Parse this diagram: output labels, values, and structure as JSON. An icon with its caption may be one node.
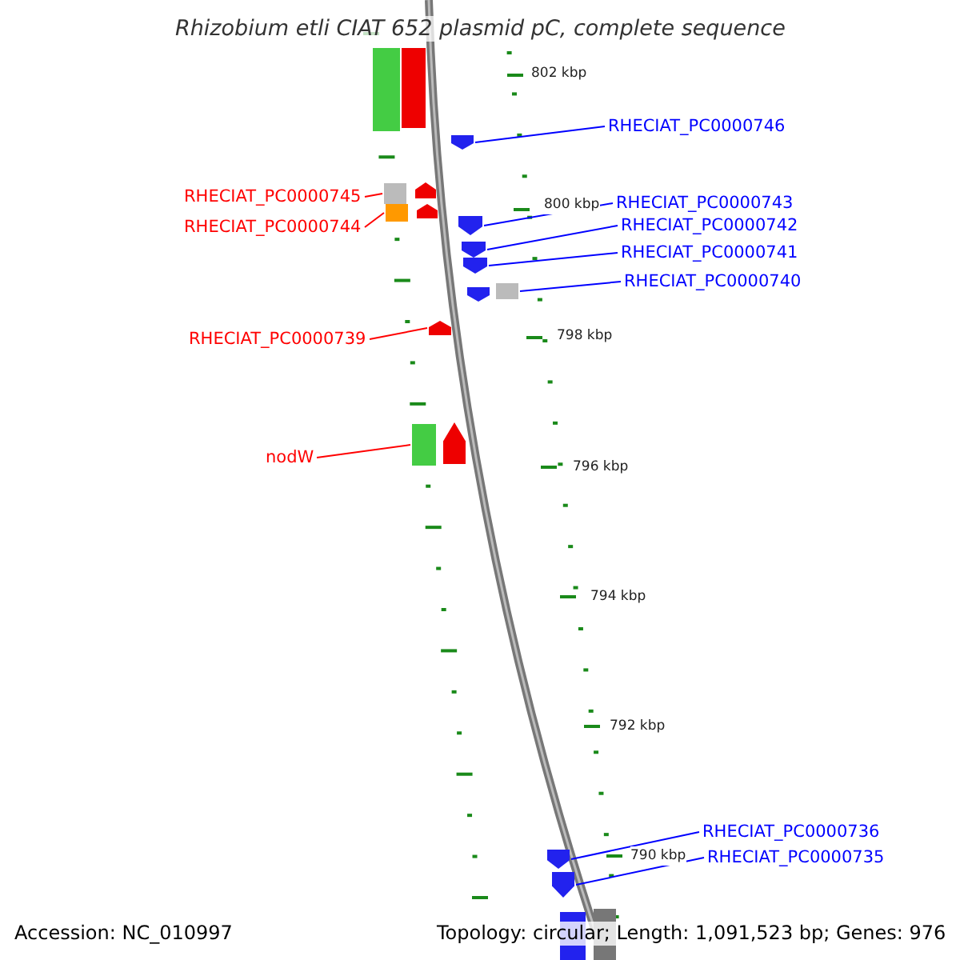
{
  "diagram": {
    "title": "Rhizobium etli CIAT 652 plasmid pC, complete sequence",
    "nodes": [
      {
        "text": [
          "RHECIAT_PC0000746"
        ]
      },
      {
        "text": [],
        "shape": "arrow"
      },
      {
        "text": [
          "RHECIAT_PC0000745"
        ]
      },
      {
        "text": [],
        "shape": "box"
      },
      {
        "text": [
          "RHECIAT_PC0000744"
        ]
      },
      {
        "text": [],
        "shape": "box"
      },
      {
        "text": [
          "RHECIAT_PC0000743"
        ]
      },
      {
        "text": [],
        "shape": "arrow"
      },
      {
        "text": [
          "RHECIAT_PC0000742"
        ]
      },
      {
        "text": [],
        "shape": "arrow"
      },
      {
        "text": [
          "RHECIAT_PC0000741"
        ]
      },
      {
        "text": [],
        "shape": "arrow"
      },
      {
        "text": [
          "RHECIAT_PC0000740"
        ]
      },
      {
        "text": [],
        "shape": "box"
      },
      {
        "text": [
          "RHECIAT_PC0000739"
        ]
      },
      {
        "text": [],
        "shape": "arrow"
      },
      {
        "text": [
          "nodW"
        ]
      },
      {
        "text": [],
        "shape": "box"
      },
      {
        "text": [
          "RHECIAT_PC0000736"
        ]
      },
      {
        "text": [],
        "shape": "arrow"
      },
      {
        "text": [
          "RHECIAT_PC0000735"
        ]
      },
      {
        "text": [],
        "shape": "arrow"
      }
    ],
    "edges": [
      {
        "from": 0,
        "to": 1,
        "arrow": "none"
      },
      {
        "from": 2,
        "to": 3,
        "arrow": "none",
        "color": "#ff0000"
      },
      {
        "from": 4,
        "to": 5,
        "arrow": "none",
        "color": "#ff0000"
      },
      {
        "from": 6,
        "to": 7,
        "arrow": "none"
      },
      {
        "from": 8,
        "to": 9,
        "arrow": "none"
      },
      {
        "from": 10,
        "to": 11,
        "arrow": "none"
      },
      {
        "from": 12,
        "to": 13,
        "arrow": "none"
      },
      {
        "from": 14,
        "to": 15,
        "arrow": "none",
        "color": "#ff0000"
      },
      {
        "from": 16,
        "to": 17,
        "arrow": "none",
        "color": "#ff0000"
      },
      {
        "from": 18,
        "to": 19,
        "arrow": "none"
      },
      {
        "from": 20,
        "to": 21,
        "arrow": "none"
      }
    ],
    "labels": [
      "802 kbp",
      "800 kbp",
      "798 kbp",
      "796 kbp",
      "794 kbp",
      "792 kbp",
      "790 kbp",
      "Accession: NC_010997",
      "Topology: circular; Length: 1,091,523 bp; Genes: 976"
    ]
  }
}
